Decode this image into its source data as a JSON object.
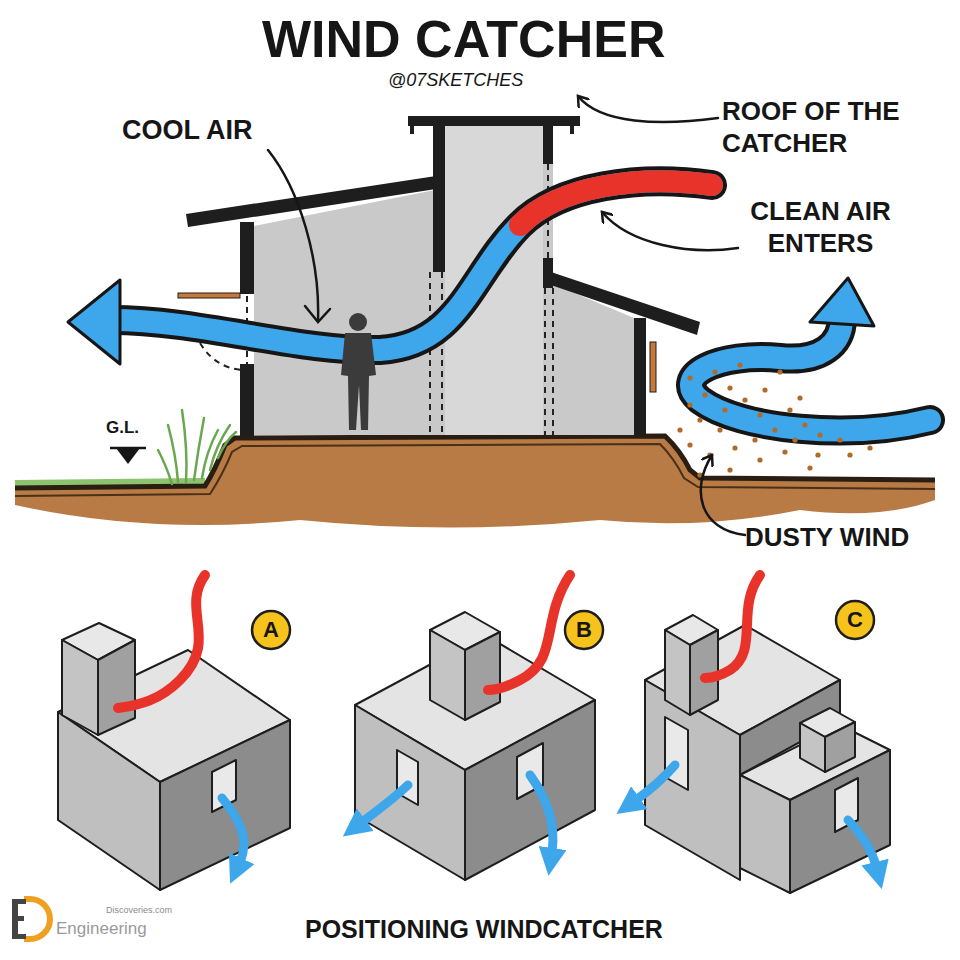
{
  "diagram": {
    "title": "WIND CATCHER",
    "caption": "POSITIONING WINDCATCHER",
    "nodes": [
      {
        "text": [
          "A"
        ]
      },
      {
        "text": [
          "B"
        ]
      },
      {
        "text": [
          "C"
        ]
      }
    ],
    "labels": [
      "@07SKETCHES",
      "COOL AIR",
      "ROOF OF THE CATCHER",
      "CLEAN AIR ENTERS",
      "G.L.",
      "DUSTY WIND",
      "Discoveries.com",
      "Engineering"
    ]
  }
}
